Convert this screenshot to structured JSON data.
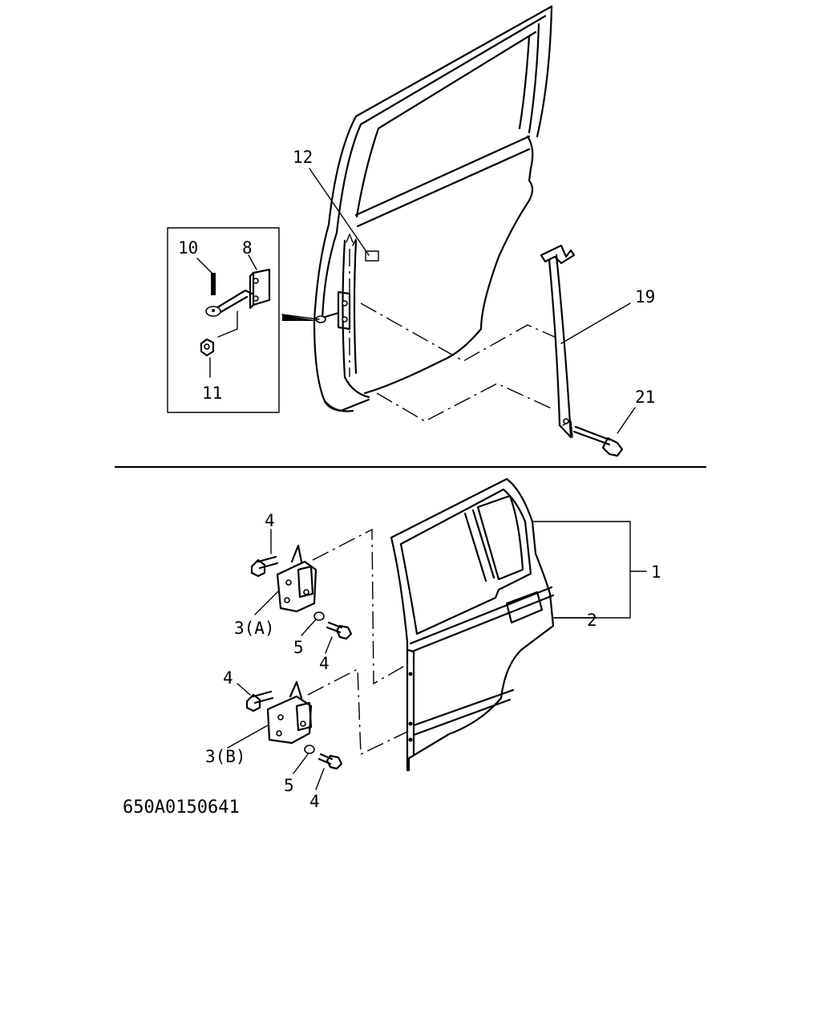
{
  "diagram": {
    "drawing_code": "650A0150641",
    "callouts": {
      "c12": "12",
      "c10": "10",
      "c8": "8",
      "c11": "11",
      "c19": "19",
      "c21": "21",
      "c1": "1",
      "c2": "2",
      "c4a": "4",
      "c3a": "3(A)",
      "c5a": "5",
      "c4b": "4",
      "c4c": "4",
      "c3b": "3(B)",
      "c5b": "5",
      "c4d": "4"
    }
  }
}
